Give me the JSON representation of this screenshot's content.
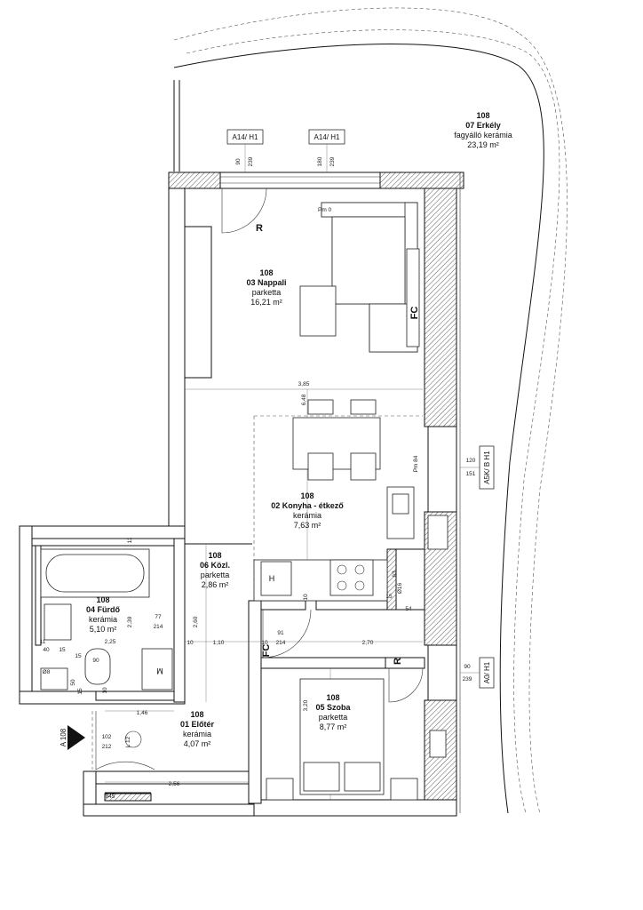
{
  "rooms": {
    "erkely": {
      "number": "108",
      "name": "07 Erkély",
      "finish": "fagyálló kerámia",
      "area": "23,19 m²"
    },
    "nappali": {
      "number": "108",
      "name": "03 Nappali",
      "finish": "parketta",
      "area": "16,21 m²"
    },
    "konyha": {
      "number": "108",
      "name": "02 Konyha - étkező",
      "finish": "kerámia",
      "area": "7,63 m²"
    },
    "kozl": {
      "number": "108",
      "name": "06 Közl.",
      "finish": "parketta",
      "area": "2,86 m²"
    },
    "furdo": {
      "number": "108",
      "name": "04 Fürdő",
      "finish": "kerámia",
      "area": "5,10 m²"
    },
    "eloter": {
      "number": "108",
      "name": "01 Előtér",
      "finish": "kerámia",
      "area": "4,07 m²"
    },
    "szoba": {
      "number": "108",
      "name": "05 Szoba",
      "finish": "parketta",
      "area": "8,77 m²"
    }
  },
  "tags": {
    "window_left": "A14/ H1",
    "window_right": "A14/ H1",
    "side_kitchen": "A5K/ B H1",
    "side_bedroom": "A0/ H1",
    "entrance": "A 108"
  },
  "labels": {
    "pm0": "Pm 0",
    "pm84": "Pm 84",
    "fc_top": "FC",
    "fc_bottom": "FC",
    "r_top": "R",
    "r_bottom": "R",
    "hood": "H",
    "fridge_m": "M",
    "wc_90": "90",
    "l12": "L 12"
  },
  "dimensions": {
    "d90": "90",
    "d239a": "239",
    "d180": "180",
    "d239b": "239",
    "d385": "3,85",
    "d648": "6,48",
    "d120": "120",
    "d151": "151",
    "d90b": "90",
    "d239c": "239",
    "d84": "Pm 84",
    "d11": "11",
    "d11b": "11",
    "d40": "40",
    "d15": "15",
    "d15b": "15",
    "d225": "2,25",
    "d239d": "2,39",
    "d77": "77",
    "d214": "214",
    "d260": "2,60",
    "d10a": "10",
    "d110": "1,10",
    "d10b": "10",
    "d91": "91",
    "d214b": "214",
    "d270": "2,70",
    "d10c": "10",
    "d10d": "10",
    "d50": "50",
    "d08": "Ø8",
    "d15c": "15",
    "d15d": "15",
    "d54": "54",
    "d63": "63",
    "d16": "Ø16",
    "d146": "1,46",
    "d102": "102",
    "d212": "212",
    "d256": "2,56",
    "d320": "3,20",
    "d10e": "10",
    "d845": "845"
  }
}
